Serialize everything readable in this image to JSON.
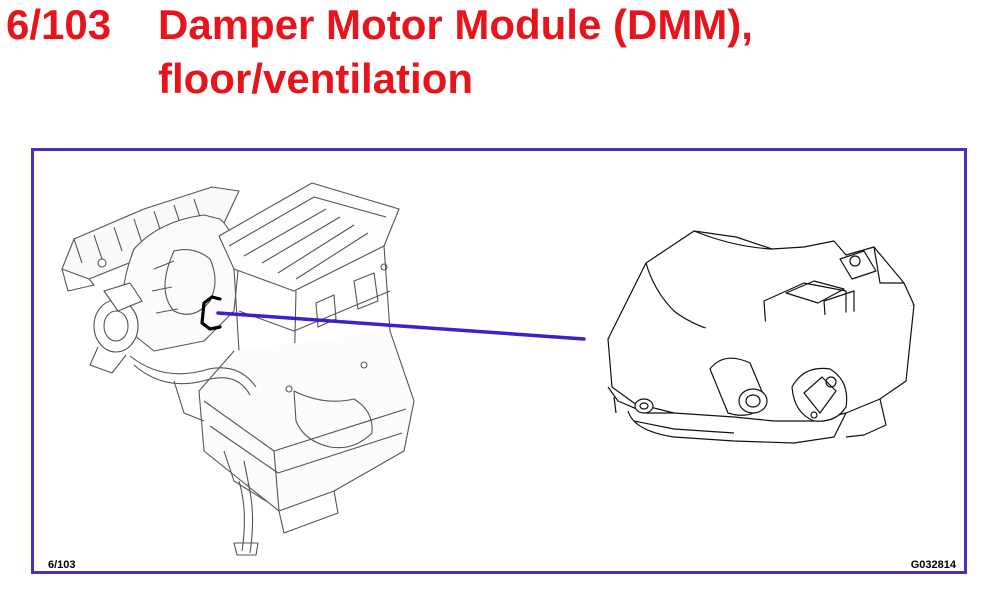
{
  "header": {
    "code": "6/103",
    "title_line1": "Damper Motor Module (DMM),",
    "title_line2": "floor/ventilation"
  },
  "figure": {
    "ref_left": "6/103",
    "ref_right": "G032814",
    "colors": {
      "title": "#e8141c",
      "frame": "#4a2fc4",
      "leader_line": "#3a22c8",
      "highlight": "#000000"
    }
  }
}
